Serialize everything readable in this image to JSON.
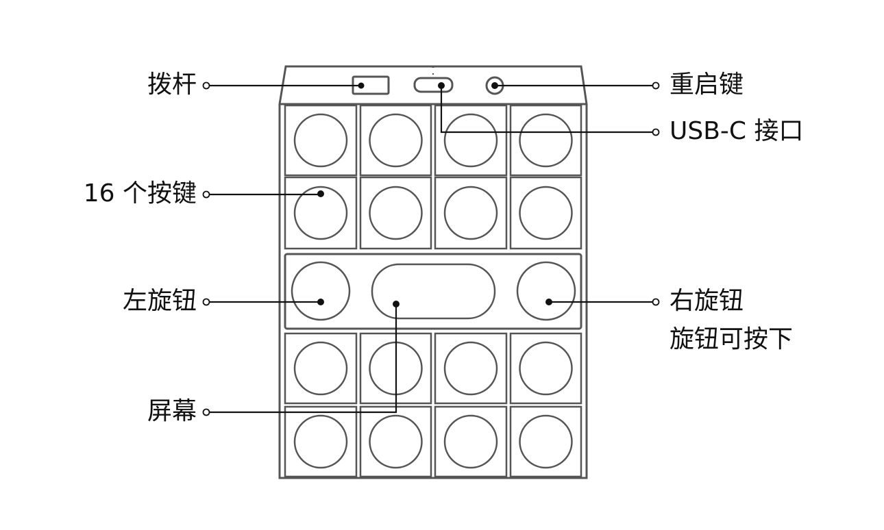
{
  "diagram": {
    "title": "Device layout callouts",
    "device": {
      "key_rows": 4,
      "key_columns": 4,
      "key_count": 16,
      "knob_count": 2,
      "colors": {
        "outline": "#555555",
        "leader": "#111111",
        "label": "#111111",
        "background": "#ffffff"
      }
    },
    "labels": {
      "toggle_switch": "拨杆",
      "keys": "16 个按键",
      "left_knob": "左旋钮",
      "screen": "屏幕",
      "reset_button": "重启键",
      "usb_c_port": "USB-C 接口",
      "right_knob_line1": "右旋钮",
      "right_knob_line2": "旋钮可按下"
    }
  }
}
